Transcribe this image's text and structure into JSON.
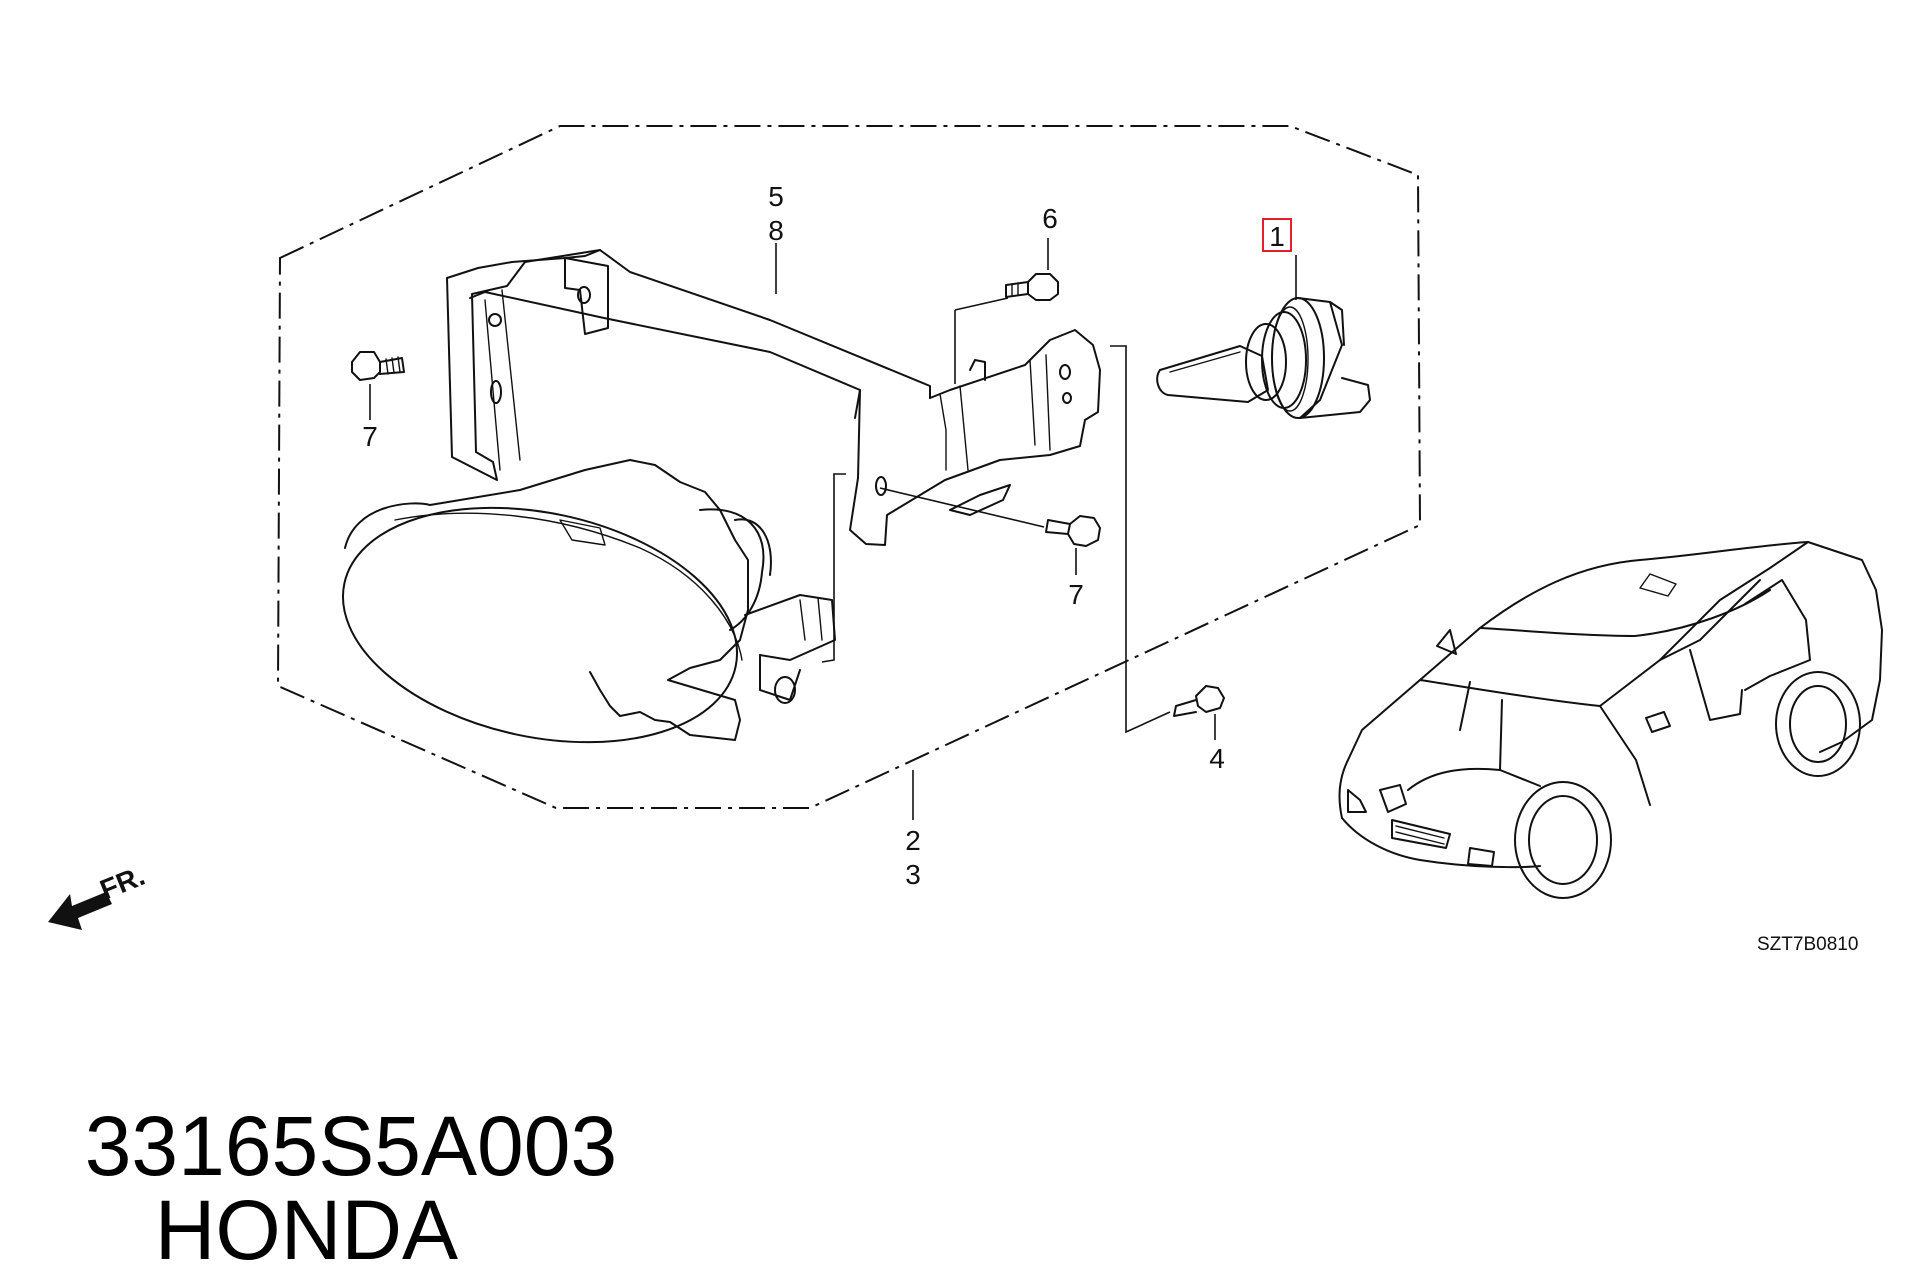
{
  "diagram": {
    "callouts": {
      "c1": "1",
      "c2": "2",
      "c3": "3",
      "c4": "4",
      "c5": "5",
      "c6": "6",
      "c7a": "7",
      "c7b": "7",
      "c8": "8"
    },
    "highlighted_callout": "1",
    "highlight_color": "#e0202a",
    "direction_label": "FR.",
    "diagram_code": "SZT7B0810"
  },
  "caption": {
    "part_number": "33165S5A003",
    "brand": "HONDA"
  }
}
